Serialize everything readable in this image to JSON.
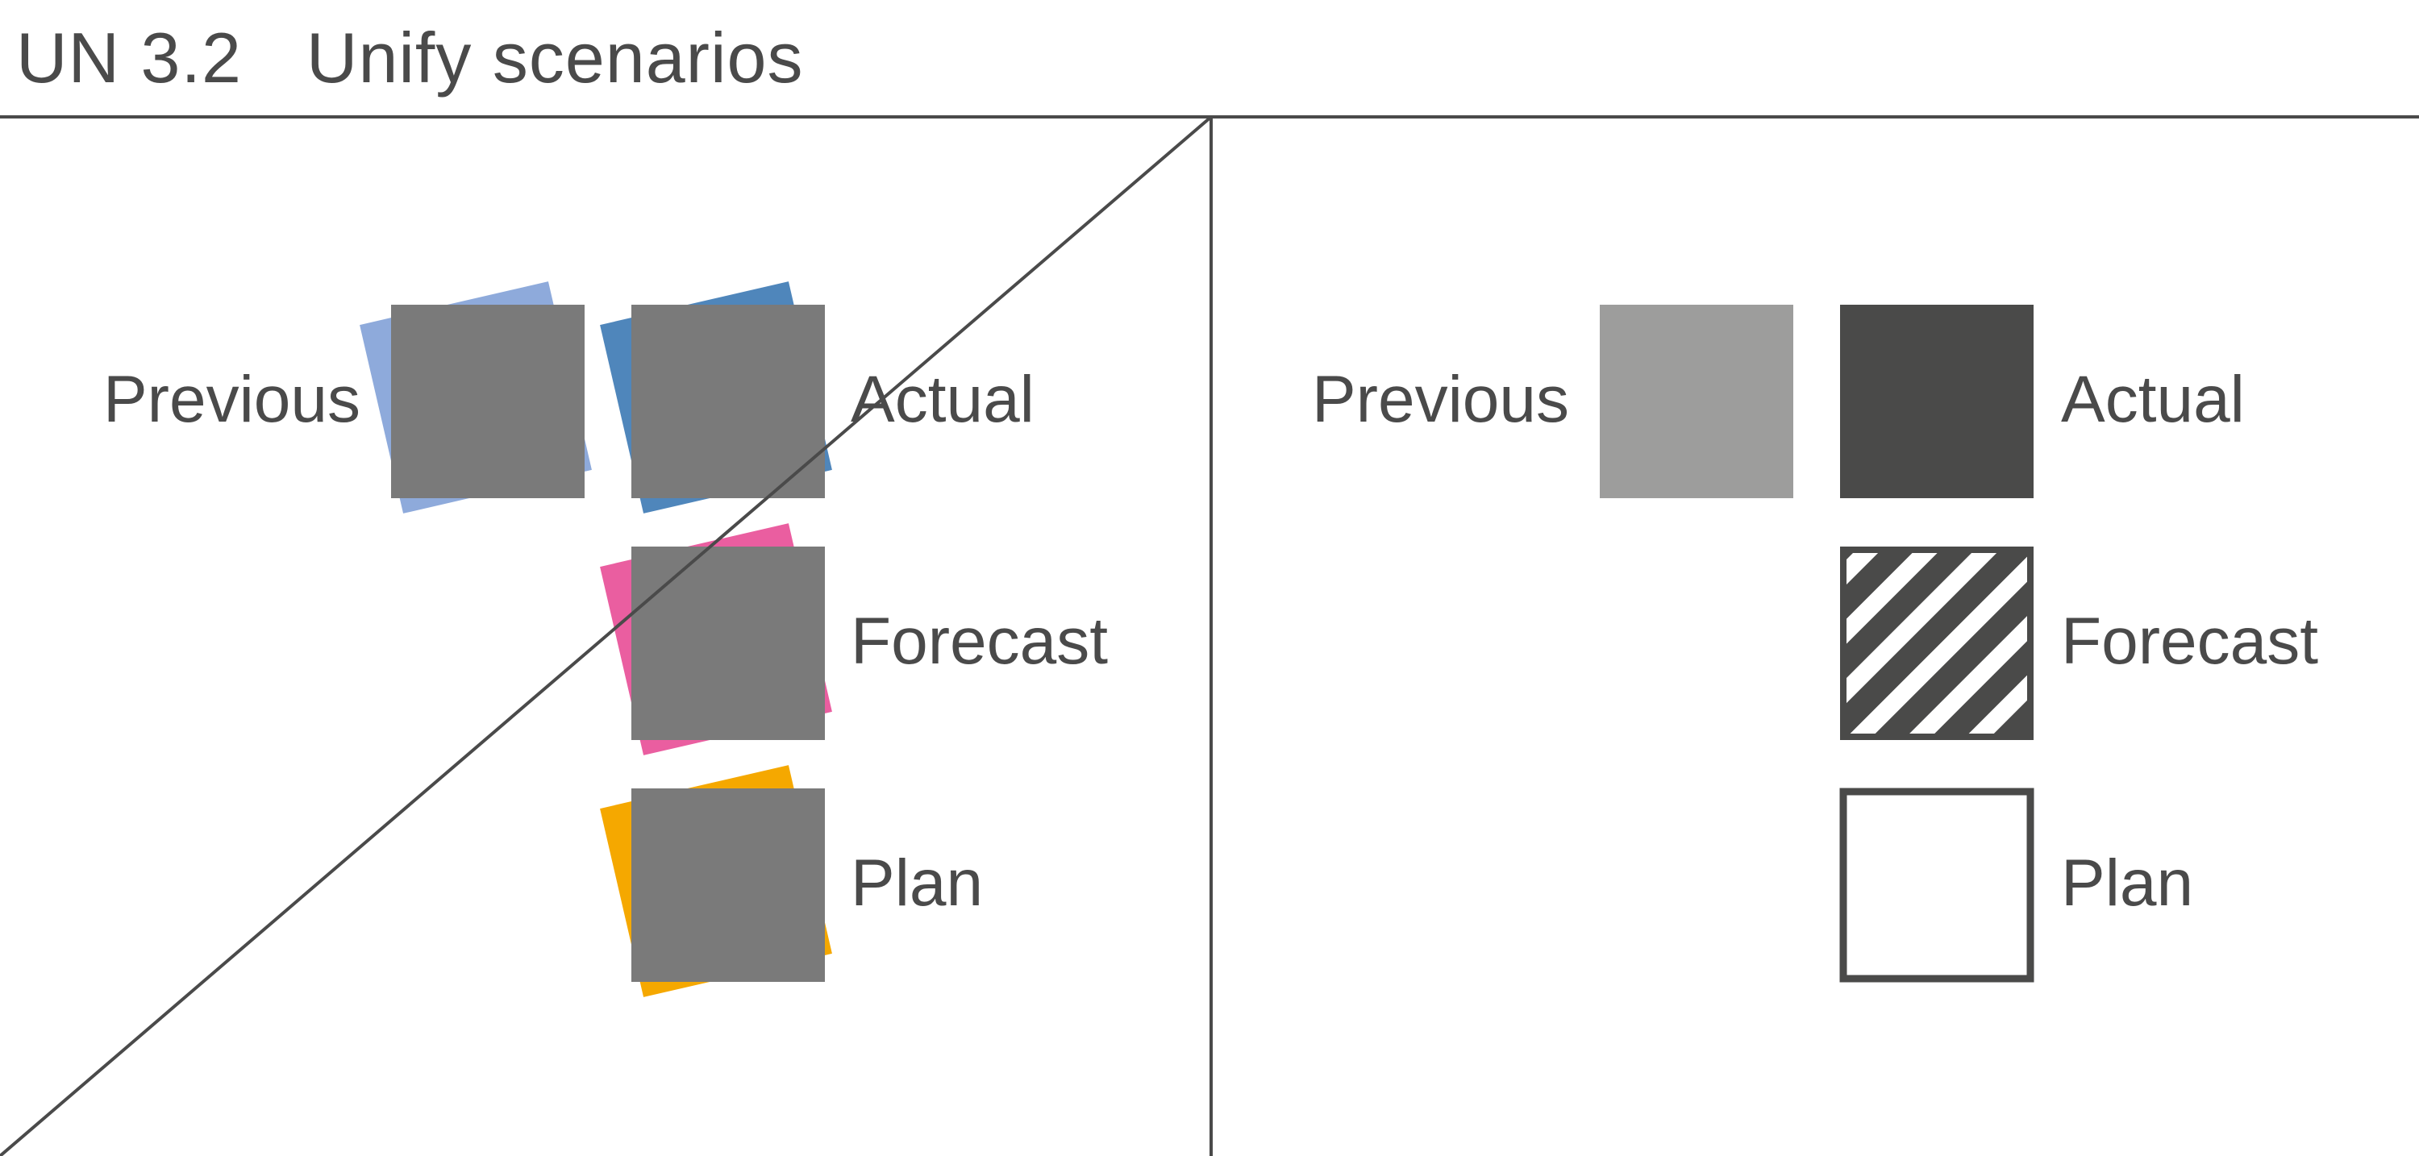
{
  "header": {
    "number": "UN 3.2",
    "title": "Unify scenarios"
  },
  "labels": {
    "previous": "Previous",
    "actual": "Actual",
    "forecast": "Forecast",
    "plan": "Plan"
  },
  "colors": {
    "text": "#4a4a4a",
    "rule": "#4a4a4a",
    "overlay_gray": "#7a7a7a",
    "previous_light_blue": "#8eaadb",
    "actual_blue": "#4f86bb",
    "forecast_pink": "#ea5ea0",
    "plan_orange": "#f5a800",
    "good_previous": "#9d9d9c",
    "good_actual": "#4a4a49",
    "good_plan_fill": "#ffffff",
    "good_pattern": "#4a4a49"
  }
}
